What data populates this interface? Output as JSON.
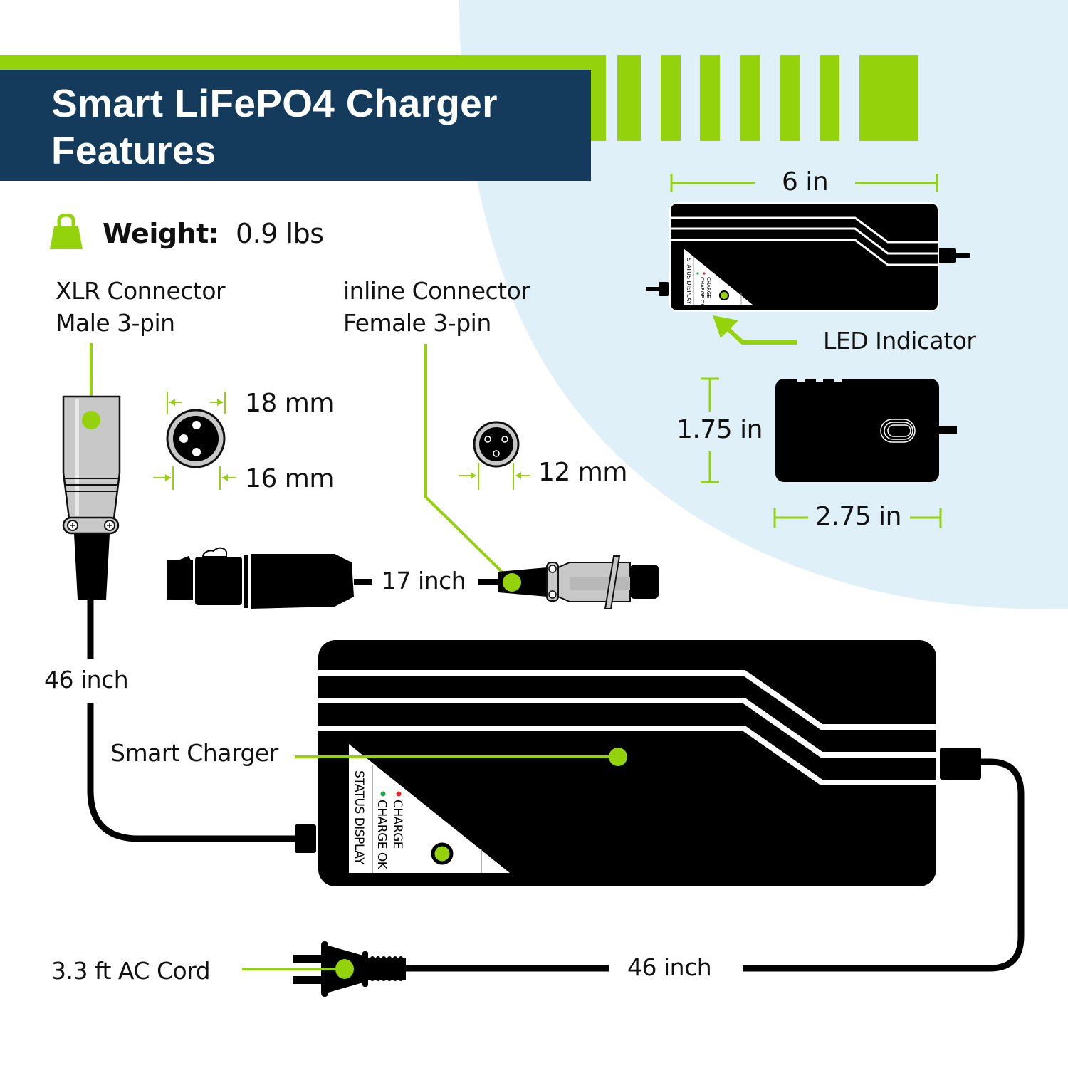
{
  "title": {
    "line1": "Smart LiFePO4 Charger",
    "line2": "Features"
  },
  "colors": {
    "navy": "#143a5c",
    "lime": "#94d30c",
    "light_blue": "#dff0f8",
    "black": "#000000",
    "led_red": "#e8262a",
    "led_green": "#1fa54b"
  },
  "weight": {
    "icon": "weight-bag-icon",
    "label": "Weight:",
    "value": "0.9 lbs"
  },
  "connectors": {
    "xlr": {
      "line1": "XLR Connector",
      "line2": "Male 3-pin",
      "outer_diameter": "18 mm",
      "inner_diameter": "16 mm"
    },
    "inline": {
      "line1": "inline Connector",
      "line2": "Female 3-pin",
      "diameter": "12 mm"
    }
  },
  "cables": {
    "dc_cable_length": "46 inch",
    "extension_length": "17 inch",
    "ac_cable_length": "46 inch",
    "ac_cord_label": "3.3 ft AC Cord"
  },
  "charger": {
    "label": "Smart Charger",
    "status_panel": {
      "title": "STATUS DISPLAY",
      "indicator_charge": "CHARGE",
      "indicator_charge_ok": "CHARGE OK"
    }
  },
  "dimensions": {
    "length": "6 in",
    "height": "1.75 in",
    "width": "2.75 in",
    "led_label": "LED Indicator"
  }
}
